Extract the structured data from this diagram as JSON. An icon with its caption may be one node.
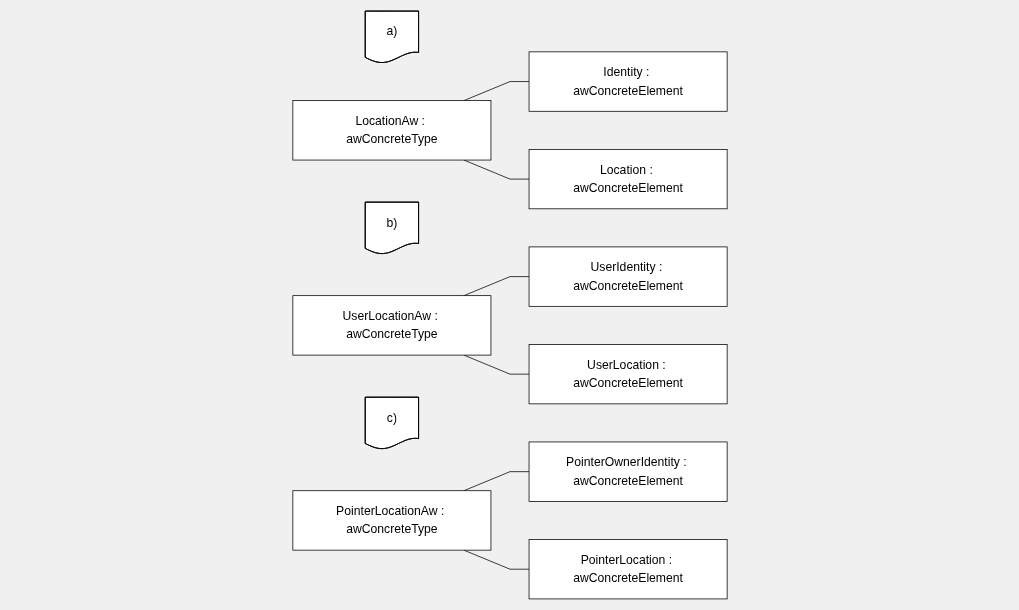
{
  "diagram": {
    "nodes": [
      {
        "text": [
          "a)"
        ]
      },
      {
        "text": [
          "LocationAw : awConcreteType"
        ]
      },
      {
        "text": [
          "Identity : awConcreteElement"
        ]
      },
      {
        "text": [
          "Location : awConcreteElement"
        ]
      },
      {
        "text": [
          "b)"
        ]
      },
      {
        "text": [
          "UserLocationAw : awConcreteType"
        ]
      },
      {
        "text": [
          "UserIdentity : awConcreteElement"
        ]
      },
      {
        "text": [
          "UserLocation : awConcreteElement"
        ]
      },
      {
        "text": [
          "c)"
        ]
      },
      {
        "text": [
          "PointerLocationAw : awConcreteType"
        ]
      },
      {
        "text": [
          "PointerOwnerIdentity : awConcreteElement"
        ]
      },
      {
        "text": [
          "PointerLocation : awConcreteElement"
        ]
      }
    ],
    "edges": [
      {
        "from": 1,
        "to": 2,
        "arrow": "none"
      },
      {
        "from": 1,
        "to": 3,
        "arrow": "none"
      },
      {
        "from": 5,
        "to": 6,
        "arrow": "none"
      },
      {
        "from": 5,
        "to": 7,
        "arrow": "none"
      },
      {
        "from": 9,
        "to": 10,
        "arrow": "none"
      },
      {
        "from": 9,
        "to": 11,
        "arrow": "none"
      }
    ]
  }
}
